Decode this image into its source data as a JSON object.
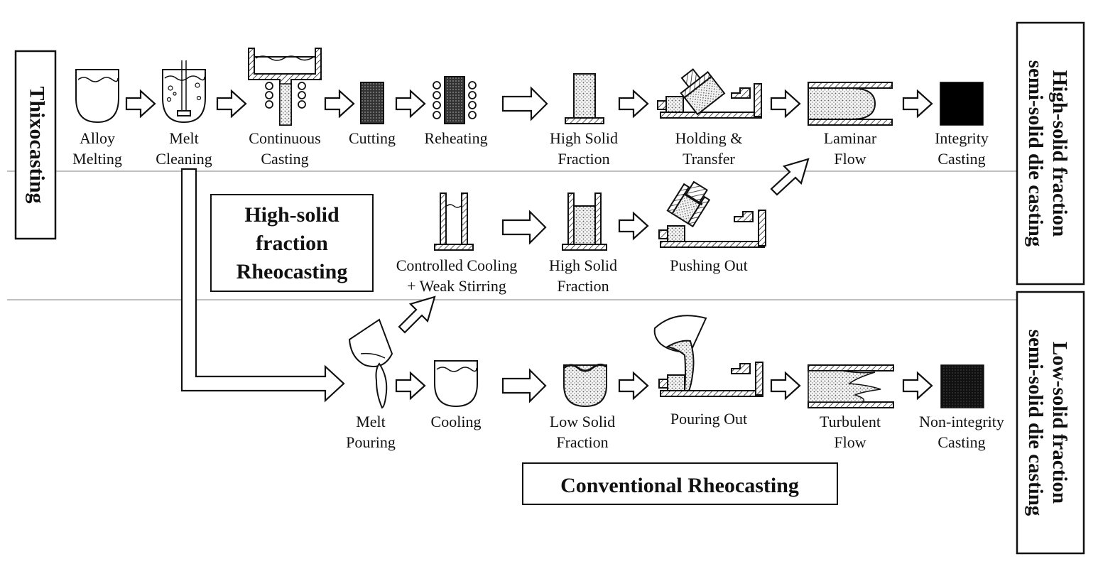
{
  "sections": {
    "thixocasting": "Thixocasting",
    "high_solid_rheocasting": [
      "High-solid",
      "fraction",
      "Rheocasting"
    ],
    "conventional_rheocasting": "Conventional Rheocasting",
    "high_solid_die_casting": [
      "High-solid fraction",
      "semi-solid die casting"
    ],
    "low_solid_die_casting": [
      "Low-solid fraction",
      "semi-solid die casting"
    ]
  },
  "steps": {
    "alloy_melting": [
      "Alloy",
      "Melting"
    ],
    "melt_cleaning": [
      "Melt",
      "Cleaning"
    ],
    "continuous_casting": [
      "Continuous",
      "Casting"
    ],
    "cutting": [
      "Cutting"
    ],
    "reheating": [
      "Reheating"
    ],
    "high_solid_fraction_top": [
      "High Solid",
      "Fraction"
    ],
    "holding_transfer": [
      "Holding &",
      "Transfer"
    ],
    "laminar_flow": [
      "Laminar",
      "Flow"
    ],
    "integrity_casting": [
      "Integrity",
      "Casting"
    ],
    "controlled_cooling": [
      "Controlled Cooling",
      "+ Weak Stirring"
    ],
    "high_solid_fraction_mid": [
      "High Solid",
      "Fraction"
    ],
    "pushing_out": [
      "Pushing Out"
    ],
    "melt_pouring": [
      "Melt",
      "Pouring"
    ],
    "cooling": [
      "Cooling"
    ],
    "low_solid_fraction": [
      "Low Solid",
      "Fraction"
    ],
    "pouring_out": [
      "Pouring Out"
    ],
    "turbulent_flow": [
      "Turbulent",
      "Flow"
    ],
    "non_integrity_casting": [
      "Non-integrity",
      "Casting"
    ]
  }
}
